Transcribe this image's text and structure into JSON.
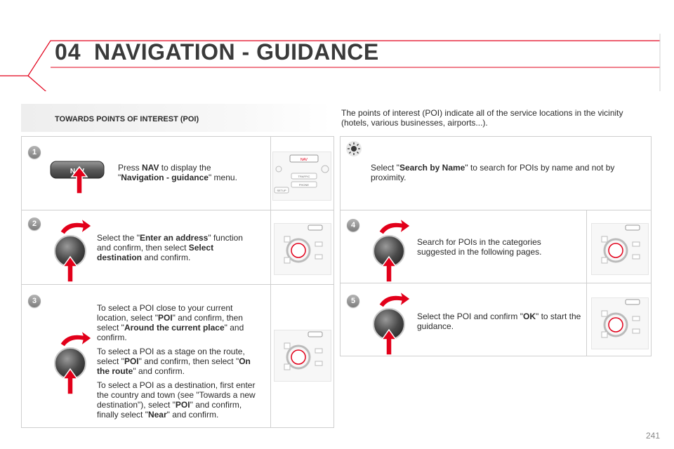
{
  "chapter": {
    "number": "04",
    "title": "NAVIGATION - GUIDANCE"
  },
  "section_title": "TOWARDS POINTS OF INTEREST (POI)",
  "intro": "The points of interest (POI) indicate all of the service locations in the vicinity (hotels, various businesses, airports...).",
  "steps": {
    "s1": {
      "badge": "1",
      "button_label": "NAV",
      "text": [
        "Press ",
        "NAV",
        " to display the \"",
        "Navigation - guidance",
        "\" menu."
      ],
      "thumb_labels": [
        "NAV",
        "TRAFFIC",
        "PHONE",
        "SETUP"
      ]
    },
    "s2": {
      "badge": "2",
      "text": [
        "Select the \"",
        "Enter an address",
        "\" function and confirm, then select ",
        "Select destination",
        " and confirm."
      ]
    },
    "s3": {
      "badge": "3",
      "p1": [
        "To select a POI close to your current location, select \"",
        "POI",
        "\" and confirm, then select \"",
        "Around the current place",
        "\" and confirm."
      ],
      "p2": [
        "To select a POI as a stage on the route, select \"",
        "POI",
        "\" and confirm, then select \"",
        "On the route",
        "\" and confirm."
      ],
      "p3": [
        "To select a POI as a destination, first enter the country and town (see \"Towards a new destination\"), select \"",
        "POI",
        "\" and confirm, finally select \"",
        "Near",
        "\" and confirm."
      ]
    },
    "tip": {
      "text": [
        "Select \"",
        "Search by Name",
        "\" to search for POIs by name and not by proximity."
      ]
    },
    "s4": {
      "badge": "4",
      "text": "Search for POIs in the categories suggested in the following pages."
    },
    "s5": {
      "badge": "5",
      "text": [
        "Select the POI and confirm \"",
        "OK",
        "\" to start the guidance."
      ]
    }
  },
  "page_number": "241",
  "colors": {
    "accent_red": "#e2001a",
    "chapter_line": "#e2001a",
    "panel_border": "#cfcfcf"
  },
  "icons": [
    "nav-button-icon",
    "rotary-dial-icon",
    "rotate-arrow-icon",
    "push-arrow-icon",
    "lightbulb-icon"
  ]
}
